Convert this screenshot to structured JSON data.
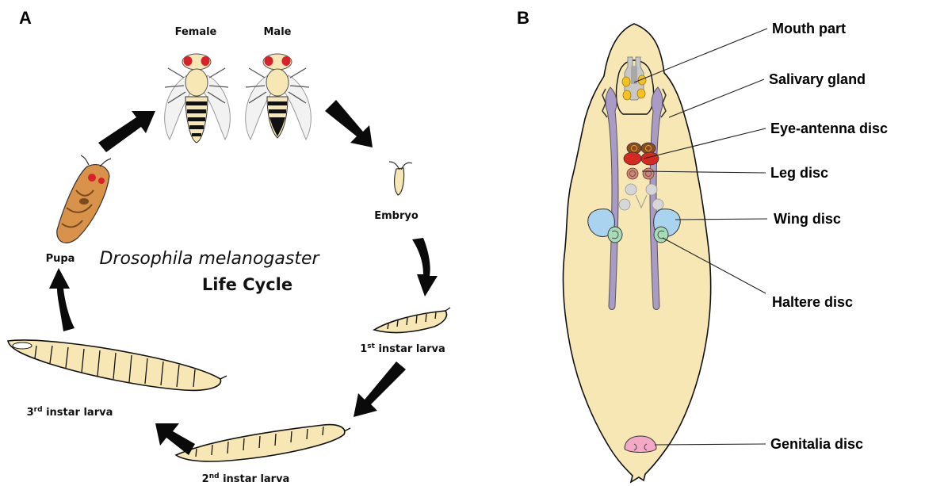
{
  "panel_a": {
    "letter": "A",
    "title_italic": "Drosophila melanogaster",
    "title_main": "Life Cycle",
    "stages": {
      "female": "Female",
      "male": "Male",
      "embryo": "Embryo",
      "first_instar_num": "1",
      "first_instar_sup": "st",
      "first_instar_rest": " instar larva",
      "second_instar_num": "2",
      "second_instar_sup": "nd",
      "second_instar_rest": " instar larva",
      "third_instar_num": "3",
      "third_instar_sup": "rd",
      "third_instar_rest": " instar larva",
      "pupa": "Pupa"
    }
  },
  "panel_b": {
    "letter": "B",
    "labels": {
      "mouth_part": "Mouth part",
      "salivary_gland": "Salivary gland",
      "eye_antenna_disc": "Eye-antenna disc",
      "leg_disc": "Leg disc",
      "wing_disc": "Wing disc",
      "haltere_disc": "Haltere disc",
      "genitalia_disc": "Genitalia disc"
    }
  },
  "colors": {
    "body_fill": "#f6e7b4",
    "fly_eye": "#d8212a",
    "pupa": "#d9924a",
    "salivary_gland": "#a99ac6",
    "eye_antenna_disc": "#d42a22",
    "leg_disc": "#c9877a",
    "wing_disc": "#a9d3ef",
    "haltere_disc": "#a6dcb7",
    "genitalia_disc": "#f3a9c6",
    "mouth_part": "#c8c8c8",
    "mouth_yellow": "#f2c222"
  }
}
